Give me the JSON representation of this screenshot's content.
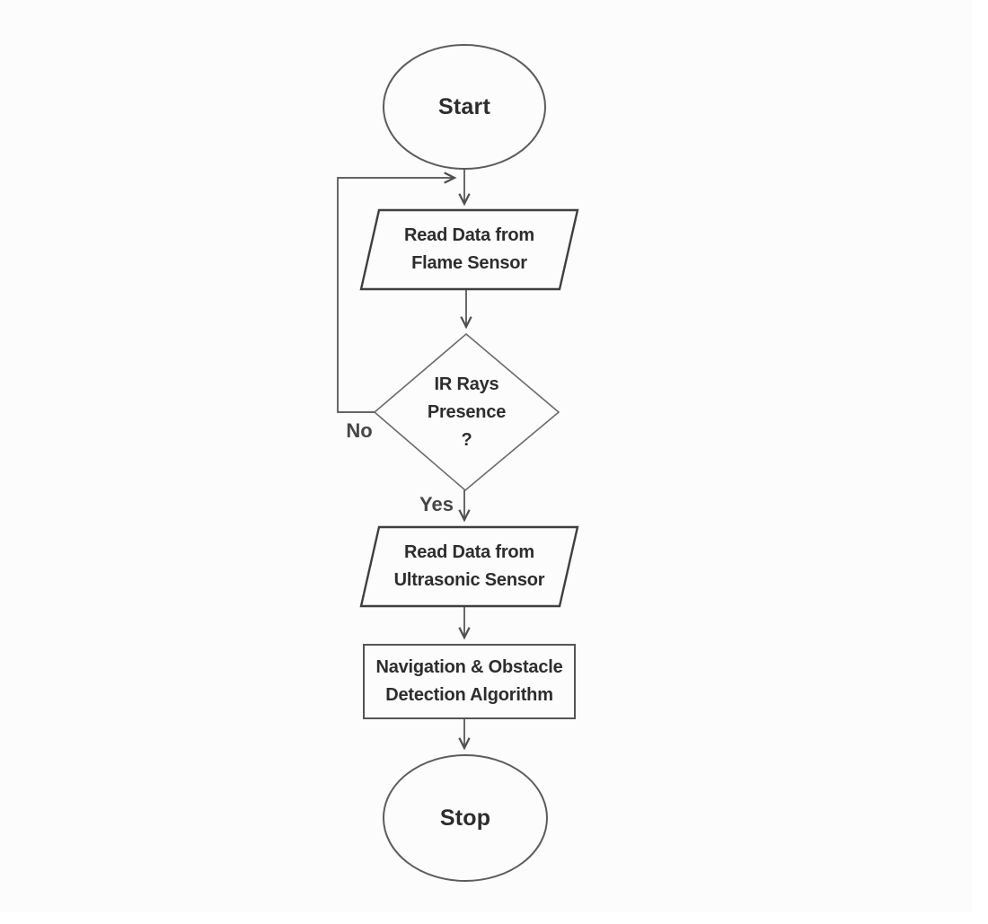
{
  "flowchart": {
    "nodes": {
      "start": {
        "shape": "terminator",
        "label": "Start"
      },
      "read_flame": {
        "shape": "input-output",
        "lines": [
          "Read Data from",
          "Flame Sensor"
        ]
      },
      "ir_decision": {
        "shape": "decision",
        "lines": [
          "IR Rays",
          "Presence",
          "?"
        ]
      },
      "read_ultrasonic": {
        "shape": "input-output",
        "lines": [
          "Read Data from",
          "Ultrasonic Sensor"
        ]
      },
      "nav_obstacle": {
        "shape": "process",
        "lines": [
          "Navigation & Obstacle",
          "Detection Algorithm"
        ]
      },
      "stop": {
        "shape": "terminator",
        "label": "Stop"
      }
    },
    "edge_labels": {
      "no": "No",
      "yes": "Yes"
    },
    "colors": {
      "line": "#4f4f4f",
      "io_border": "#3f3f3f",
      "terminator_border": "#5c5c5c",
      "decision_border": "#6a6a6a",
      "process_border": "#545454",
      "text": "#2d2d2d",
      "background": "#fcfcfc"
    }
  }
}
